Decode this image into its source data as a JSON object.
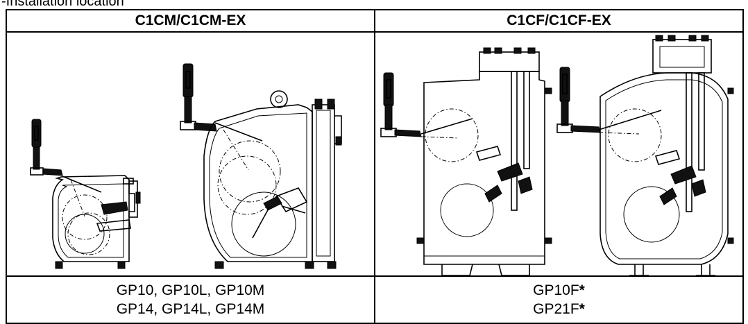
{
  "caption": "-Installation location",
  "columns": [
    {
      "header": "C1CM/C1CM-EX",
      "models": [
        "GP10, GP10L, GP10M",
        "GP14, GP14L, GP14M"
      ]
    },
    {
      "header": "C1CF/C1CF-EX",
      "models": [
        "GP10F",
        "GP21F"
      ],
      "marker": "*"
    }
  ]
}
